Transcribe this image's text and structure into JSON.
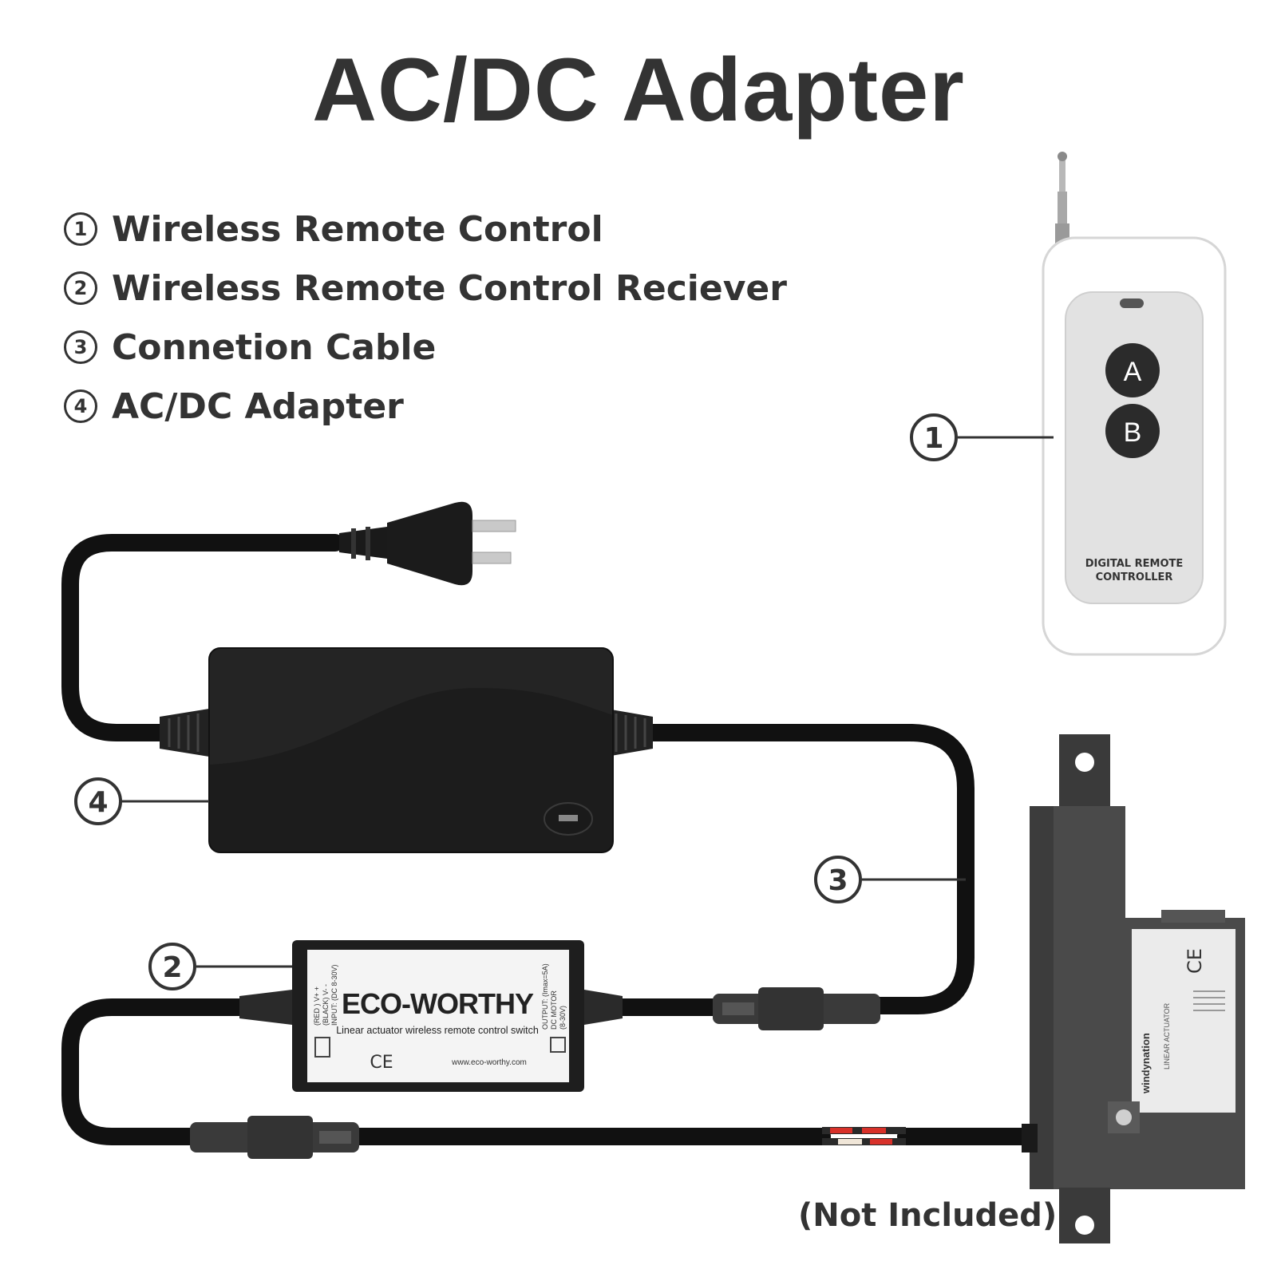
{
  "title": "AC/DC Adapter",
  "legend": [
    {
      "num": "1",
      "label": "Wireless Remote Control"
    },
    {
      "num": "2",
      "label": "Wireless Remote Control Reciever"
    },
    {
      "num": "3",
      "label": "Connetion Cable"
    },
    {
      "num": "4",
      "label": "AC/DC Adapter"
    }
  ],
  "callouts": {
    "remote": "1",
    "receiver": "2",
    "cable": "3",
    "adapter": "4"
  },
  "remote": {
    "button_a": "A",
    "button_b": "B",
    "label_line1": "DIGITAL REMOTE",
    "label_line2": "CONTROLLER"
  },
  "receiver": {
    "brand": "ECO-WORTHY",
    "subtitle": "Linear actuator wireless remote control switch",
    "website": "www.eco-worthy.com",
    "ce_mark": "CE",
    "input_red": "(RED  )  V+ +",
    "input_black": "(BLACK)  V- -",
    "input_spec": "INPUT: (DC 8-30V)",
    "output_spec": "OUTPUT: (Imax=5A)",
    "output_motor": "DC MOTOR",
    "output_range": "(8-30V)"
  },
  "actuator": {
    "brand": "windynation",
    "label_title": "LINEAR ACTUATOR",
    "ce_mark": "CE"
  },
  "note": "(Not Included)"
}
